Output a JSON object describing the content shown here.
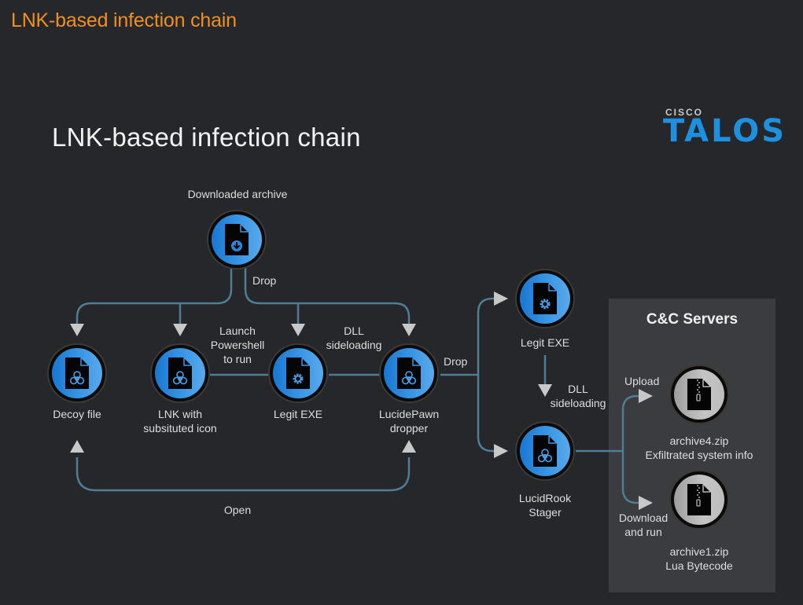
{
  "heading": "LNK-based infection chain",
  "slide_title": "LNK-based infection chain",
  "logo": {
    "top": "CISCO",
    "brand": "TALOS"
  },
  "colors": {
    "heading": "#f0901e",
    "node_blue": "#2a88dc",
    "node_grey": "#b5b5b5",
    "wire": "#4f7d94",
    "arrow": "#c8c8c8",
    "brand": "#1e90e0",
    "panel": "#3b3c40",
    "background": "#26272a"
  },
  "nodes": {
    "downloaded_archive": {
      "label": "Downloaded archive",
      "icon": "download-file-icon"
    },
    "decoy_file": {
      "label": "Decoy file",
      "icon": "biohazard-file-icon"
    },
    "lnk": {
      "label_line1": "LNK with",
      "label_line2": "subsituted icon",
      "icon": "biohazard-file-icon"
    },
    "legit_exe_1": {
      "label": "Legit EXE",
      "icon": "gear-file-icon"
    },
    "lucidepawn": {
      "label_line1": "LucidePawn",
      "label_line2": "dropper",
      "icon": "biohazard-file-icon"
    },
    "legit_exe_2": {
      "label": "Legit EXE",
      "icon": "gear-file-icon"
    },
    "lucidrook": {
      "label_line1": "LucidRook",
      "label_line2": "Stager",
      "icon": "biohazard-file-icon"
    },
    "archive4": {
      "label_line1": "archive4.zip",
      "label_line2": "Exfiltrated system info",
      "icon": "zip-file-icon"
    },
    "archive1": {
      "label_line1": "archive1.zip",
      "label_line2": "Lua Bytecode",
      "icon": "zip-file-icon"
    }
  },
  "edges": {
    "drop_1": "Drop",
    "launch": {
      "line1": "Launch",
      "line2": "Powershell",
      "line3": "to run"
    },
    "dll_1": {
      "line1": "DLL",
      "line2": "sideloading"
    },
    "drop_2": "Drop",
    "dll_2": {
      "line1": "DLL",
      "line2": "sideloading"
    },
    "upload": "Upload",
    "download": {
      "line1": "Download",
      "line2": "and run"
    },
    "open": "Open"
  },
  "cc_panel": {
    "title": "C&C Servers"
  }
}
